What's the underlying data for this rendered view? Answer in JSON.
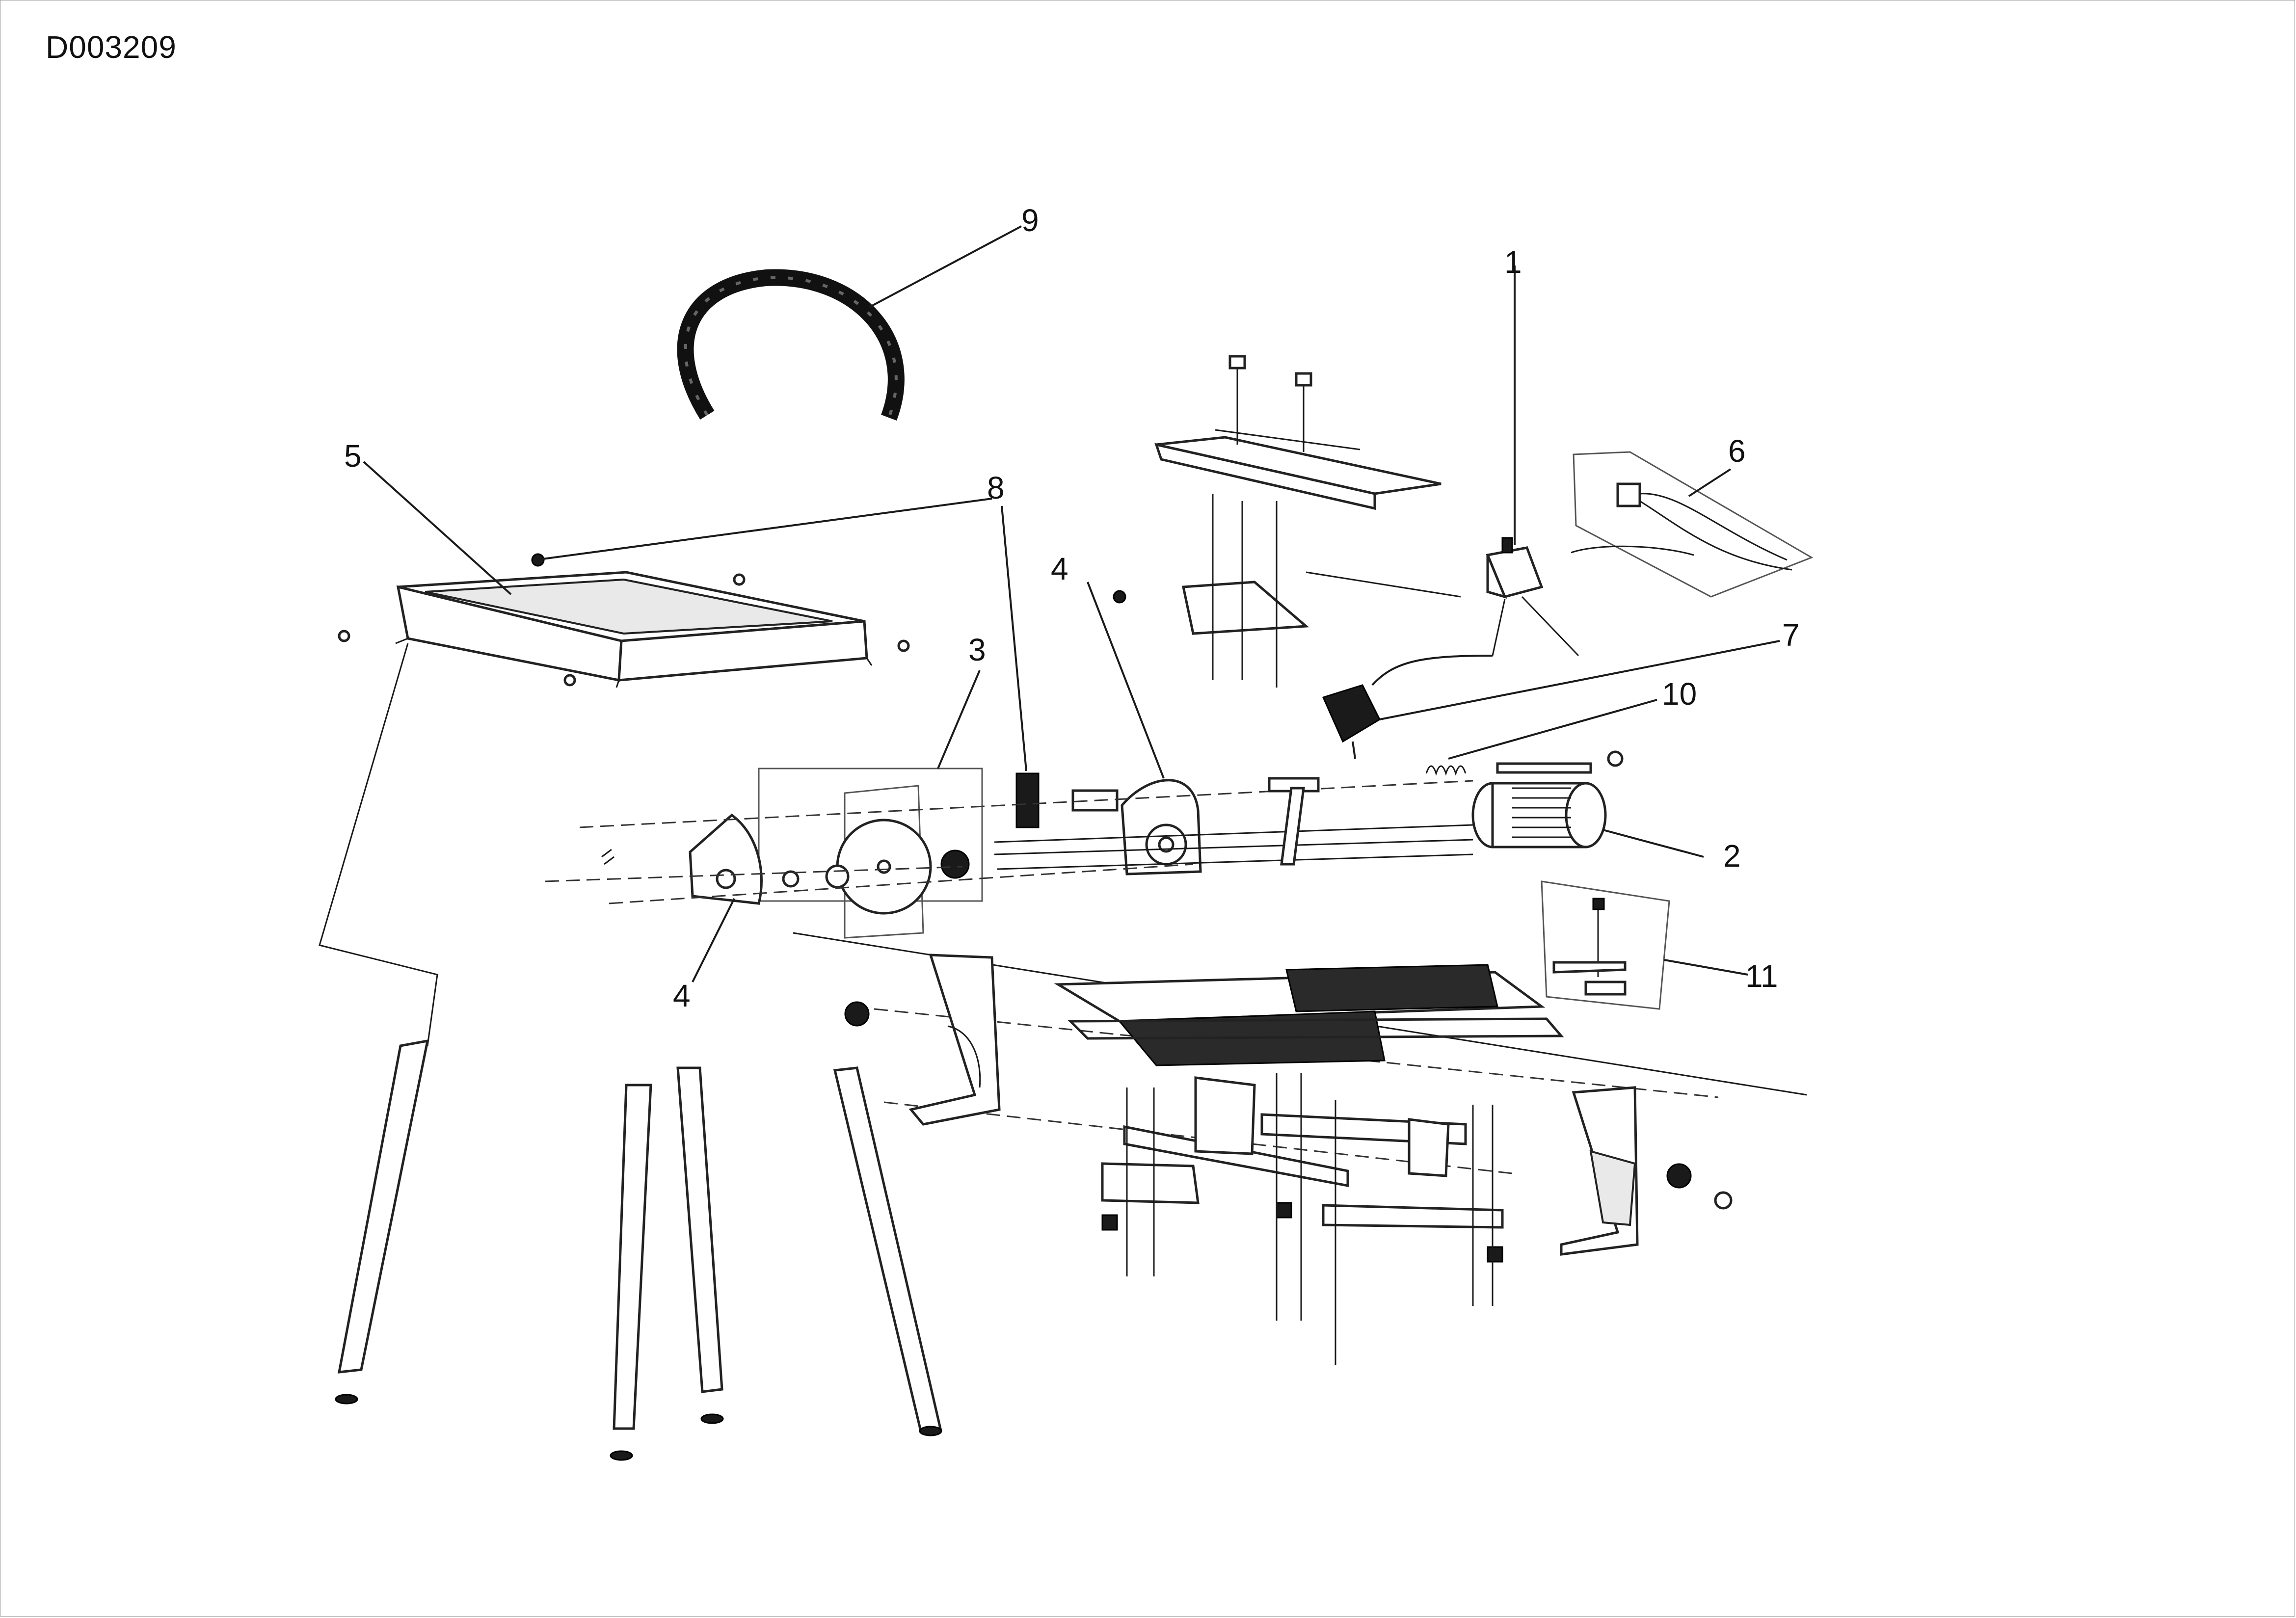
{
  "document": {
    "code": "D003209"
  },
  "callouts": [
    {
      "id": "callout-1",
      "number": "1",
      "part": "switch-box"
    },
    {
      "id": "callout-2",
      "number": "2",
      "part": "motor"
    },
    {
      "id": "callout-3",
      "number": "3",
      "part": "blade-assembly"
    },
    {
      "id": "callout-4a",
      "number": "4",
      "part": "blade-guard-rear"
    },
    {
      "id": "callout-4b",
      "number": "4",
      "part": "blade-guard-front"
    },
    {
      "id": "callout-5",
      "number": "5",
      "part": "water-tray-frame"
    },
    {
      "id": "callout-6",
      "number": "6",
      "part": "water-pump"
    },
    {
      "id": "callout-7",
      "number": "7",
      "part": "plug"
    },
    {
      "id": "callout-8",
      "number": "8",
      "part": "brush-and-knob"
    },
    {
      "id": "callout-9",
      "number": "9",
      "part": "splash-guard"
    },
    {
      "id": "callout-10",
      "number": "10",
      "part": "spring"
    },
    {
      "id": "callout-11",
      "number": "11",
      "part": "clamp-assembly"
    }
  ],
  "colors": {
    "line": "#1a1a1a",
    "background": "#ffffff",
    "border": "#9a9a9a"
  }
}
